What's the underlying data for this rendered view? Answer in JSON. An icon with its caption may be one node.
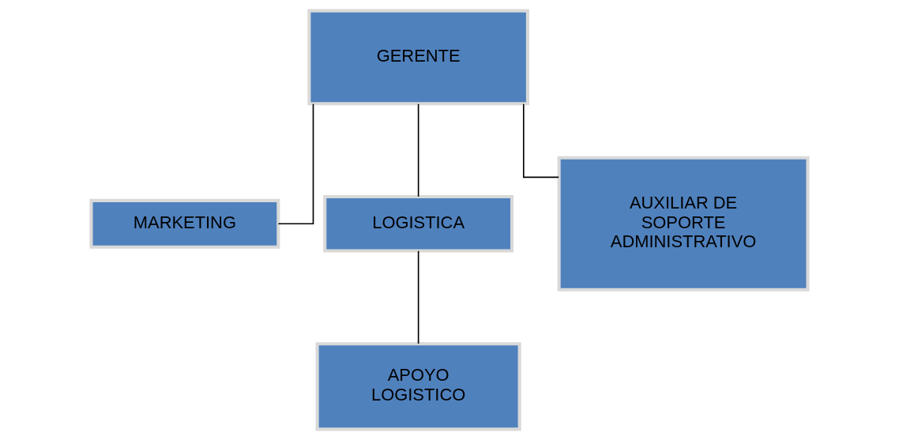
{
  "diagram": {
    "nodes": [
      {
        "text": [
          "GERENTE"
        ]
      },
      {
        "text": [
          "MARKETING"
        ]
      },
      {
        "text": [
          "LOGISTICA"
        ]
      },
      {
        "text": [
          "AUXILIAR DE SOPORTE ADMINISTRATIVO"
        ]
      },
      {
        "text": [
          "APOYO LOGISTICO"
        ]
      }
    ],
    "edges": [
      {
        "from": 0,
        "to": 1,
        "arrow": "none"
      },
      {
        "from": 0,
        "to": 2,
        "arrow": "none"
      },
      {
        "from": 0,
        "to": 3,
        "arrow": "none"
      },
      {
        "from": 2,
        "to": 4,
        "arrow": "none"
      }
    ]
  }
}
